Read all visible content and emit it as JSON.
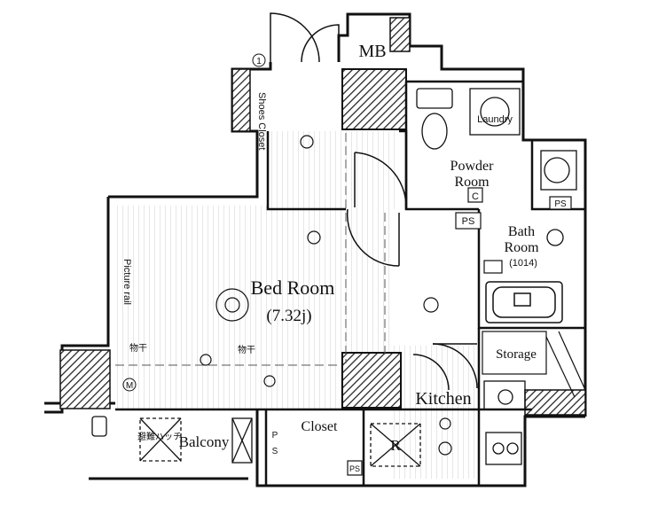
{
  "rooms": {
    "mb": "MB",
    "shoes_closet": "Shoes Closet",
    "laundry": "Laundry",
    "powder_room_line1": "Powder",
    "powder_room_line2": "Room",
    "bath_room_line1": "Bath",
    "bath_room_line2": "Room",
    "bath_size": "(1014)",
    "bed_room": "Bed Room",
    "bed_area": "(7.32j)",
    "picture_rail": "Picture rail",
    "storage": "Storage",
    "kitchen": "Kitchen",
    "closet": "Closet",
    "balcony": "Balcony"
  },
  "markers": {
    "c": "C",
    "ps": "PS",
    "r": "R",
    "m": "M",
    "s": "S",
    "p": "P",
    "hanger": "物干",
    "hatch": "避難ハッチ",
    "circle_num": "1"
  }
}
